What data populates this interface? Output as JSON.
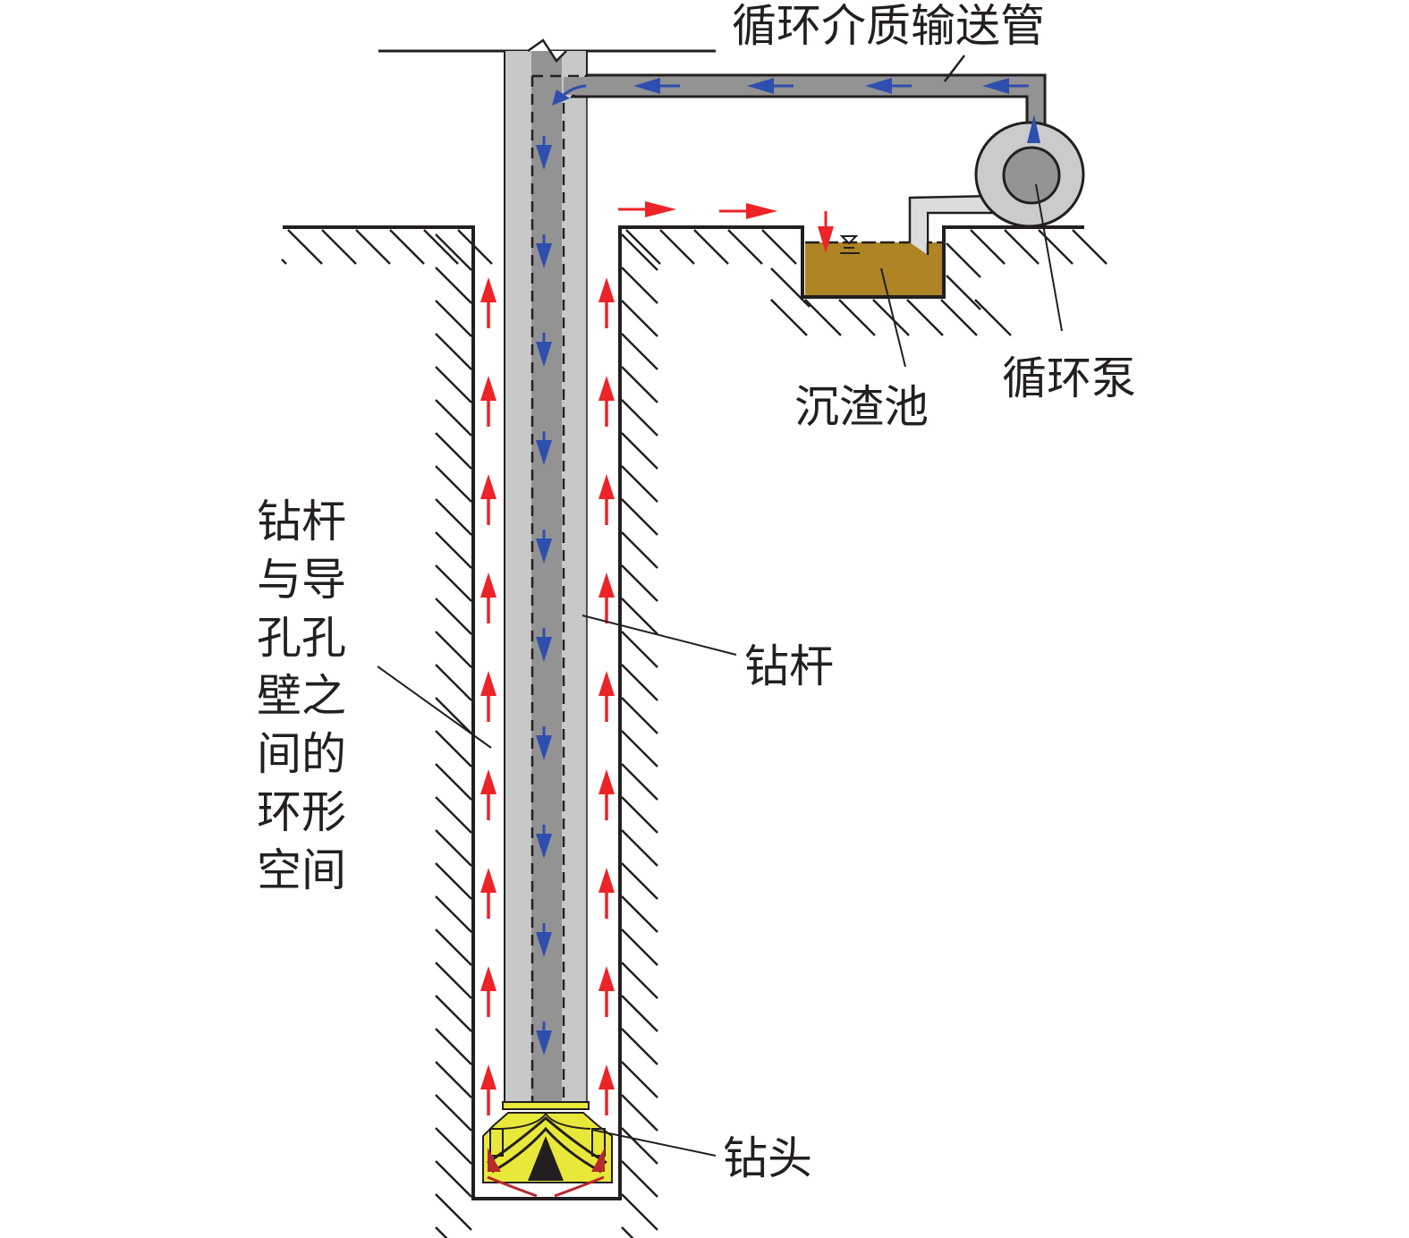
{
  "title": "Reverse circulation drilling schematic",
  "labels": {
    "transport_pipe": "循环介质输送管",
    "pump": "循环泵",
    "settling_pool": "沉渣池",
    "drill_pipe": "钻杆",
    "drill_bit": "钻头",
    "annulus_lines": [
      "钻杆",
      "与导",
      "孔孔",
      "壁之",
      "间的",
      "环形",
      "空间"
    ]
  },
  "colors": {
    "ink": "#231f20",
    "pipe_outer": "#c8c8c8",
    "pipe_inner": "#939393",
    "slurry": "#ae8425",
    "pump_outer": "#cbcbcb",
    "pump_inner": "#949494",
    "suction_pipe": "#dcdcdc",
    "bit_yellow": "#e8e83a",
    "flow_down": "#2f4fae",
    "flow_up": "#ec2327",
    "bit_arc": "#b8282c"
  },
  "flow": {
    "downward_medium_direction": "down",
    "annulus_return_direction": "up"
  }
}
